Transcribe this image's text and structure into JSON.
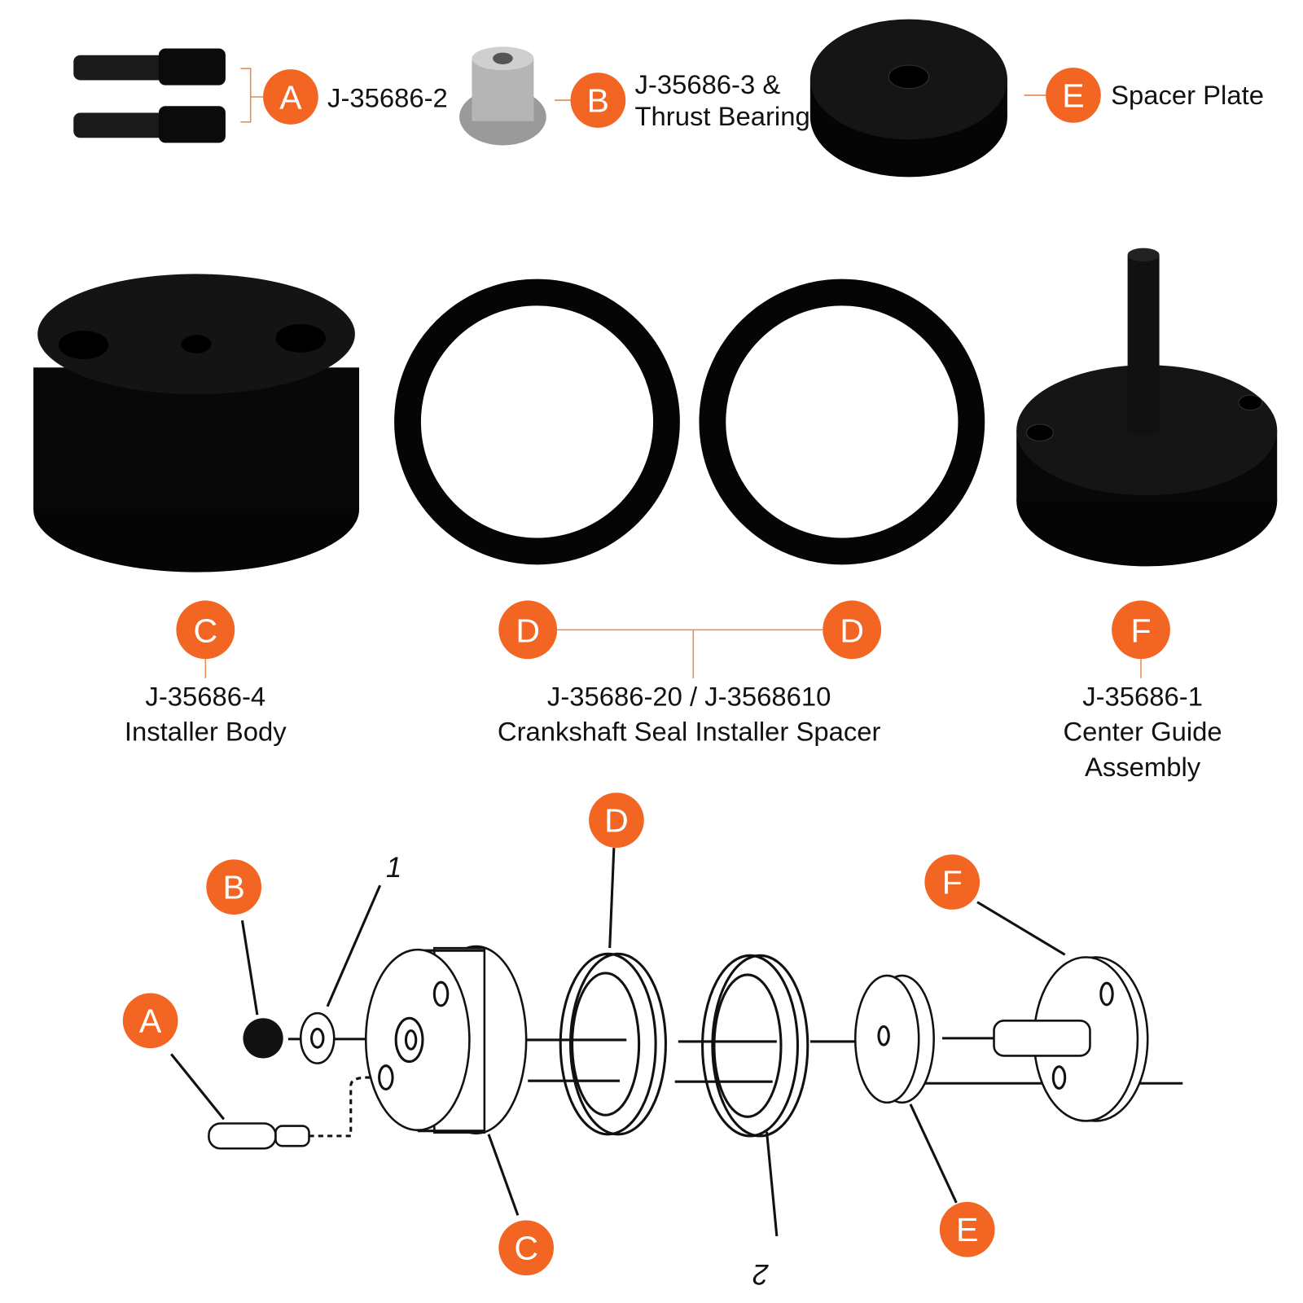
{
  "colors": {
    "badge": "#f26522",
    "part": "#0b0b0b",
    "connector": "#e38a4e"
  },
  "top_row": {
    "a": {
      "badge": "A",
      "label": "J-35686-2"
    },
    "b": {
      "badge": "B",
      "label_line1": "J-35686-3 &",
      "label_line2": "Thrust Bearing"
    },
    "e": {
      "badge": "E",
      "label": "Spacer Plate"
    }
  },
  "middle_row": {
    "c": {
      "badge": "C",
      "line1": "J-35686-4",
      "line2": "Installer Body"
    },
    "d": {
      "badge": "D",
      "line1": "J-35686-20 / J-3568610",
      "line2": "Crankshaft Seal Installer Spacer"
    },
    "f": {
      "badge": "F",
      "line1": "J-35686-1",
      "line2": "Center Guide",
      "line3": "Assembly"
    }
  },
  "diagram": {
    "badges": {
      "a": "A",
      "b": "B",
      "c": "C",
      "d": "D",
      "e": "E",
      "f": "F"
    },
    "callout_1": "1",
    "callout_2": "2"
  }
}
